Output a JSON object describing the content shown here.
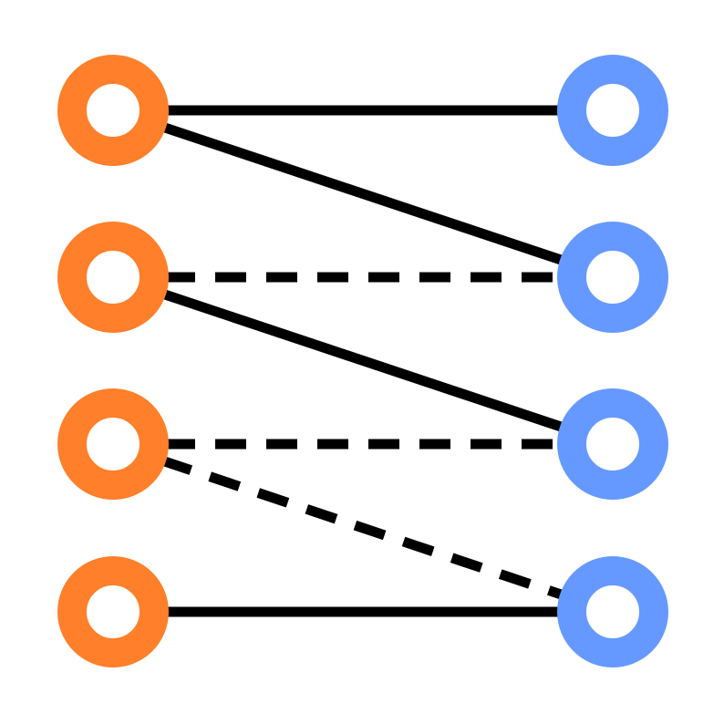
{
  "diagram": {
    "type": "bipartite-graph",
    "colors": {
      "left_nodes": "#FF7F2A",
      "right_nodes": "#6699FF",
      "node_center": "#FFFFFF",
      "edges": "#000000",
      "background": "#FFFFFF"
    },
    "left_nodes": [
      {
        "id": "L1"
      },
      {
        "id": "L2"
      },
      {
        "id": "L3"
      },
      {
        "id": "L4"
      }
    ],
    "right_nodes": [
      {
        "id": "R1"
      },
      {
        "id": "R2"
      },
      {
        "id": "R3"
      },
      {
        "id": "R4"
      }
    ],
    "edges": [
      {
        "from": "L1",
        "to": "R1",
        "style": "solid"
      },
      {
        "from": "L1",
        "to": "R2",
        "style": "solid"
      },
      {
        "from": "L2",
        "to": "R2",
        "style": "dashed"
      },
      {
        "from": "L2",
        "to": "R3",
        "style": "solid"
      },
      {
        "from": "L3",
        "to": "R3",
        "style": "dashed"
      },
      {
        "from": "L3",
        "to": "R4",
        "style": "dashed"
      },
      {
        "from": "L4",
        "to": "R4",
        "style": "solid"
      }
    ]
  }
}
